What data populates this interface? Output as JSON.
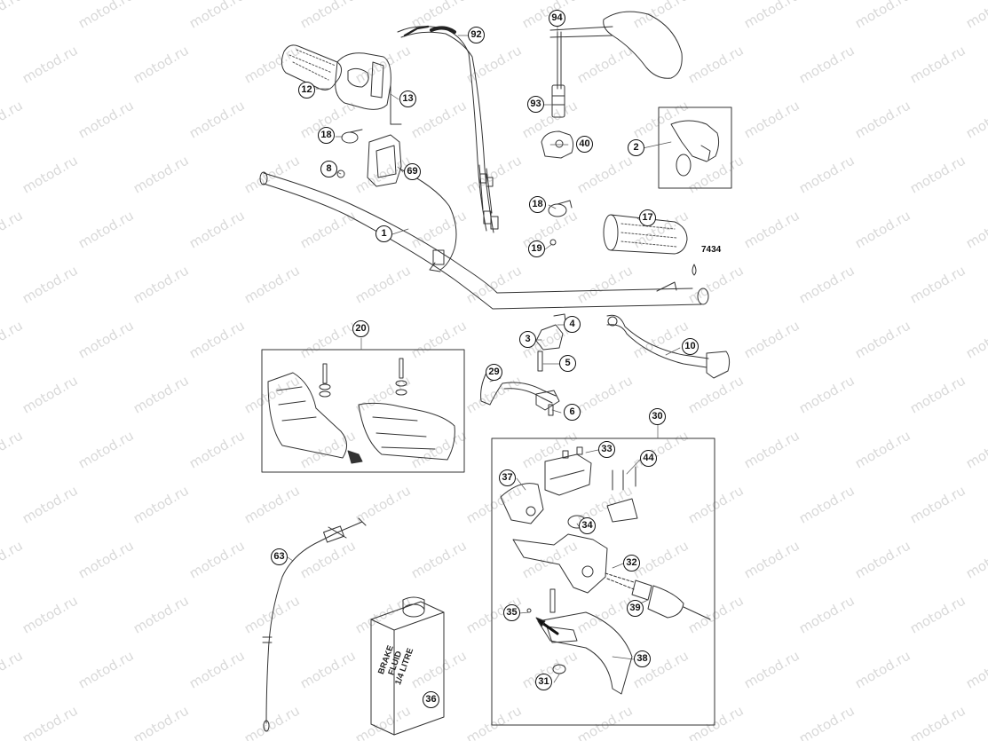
{
  "watermark_text": "motod.ru",
  "reference_code": "7434",
  "brake_fluid_can": {
    "lines": [
      "BRAKE",
      "FLUID",
      "1/4 LITRE"
    ]
  },
  "callouts": [
    {
      "id": "callout-1",
      "text": "1"
    },
    {
      "id": "callout-2",
      "text": "2"
    },
    {
      "id": "callout-3",
      "text": "3"
    },
    {
      "id": "callout-4",
      "text": "4"
    },
    {
      "id": "callout-5",
      "text": "5"
    },
    {
      "id": "callout-6",
      "text": "6"
    },
    {
      "id": "callout-8",
      "text": "8"
    },
    {
      "id": "callout-10",
      "text": "10"
    },
    {
      "id": "callout-12",
      "text": "12"
    },
    {
      "id": "callout-13",
      "text": "13"
    },
    {
      "id": "callout-17",
      "text": "17"
    },
    {
      "id": "callout-18a",
      "text": "18"
    },
    {
      "id": "callout-18b",
      "text": "18"
    },
    {
      "id": "callout-19",
      "text": "19"
    },
    {
      "id": "callout-20",
      "text": "20"
    },
    {
      "id": "callout-29",
      "text": "29"
    },
    {
      "id": "callout-30",
      "text": "30"
    },
    {
      "id": "callout-31",
      "text": "31"
    },
    {
      "id": "callout-32",
      "text": "32"
    },
    {
      "id": "callout-33",
      "text": "33"
    },
    {
      "id": "callout-34",
      "text": "34"
    },
    {
      "id": "callout-35",
      "text": "35"
    },
    {
      "id": "callout-36",
      "text": "36"
    },
    {
      "id": "callout-37",
      "text": "37"
    },
    {
      "id": "callout-38",
      "text": "38"
    },
    {
      "id": "callout-39",
      "text": "39"
    },
    {
      "id": "callout-40",
      "text": "40"
    },
    {
      "id": "callout-44",
      "text": "44"
    },
    {
      "id": "callout-63",
      "text": "63"
    },
    {
      "id": "callout-69",
      "text": "69"
    },
    {
      "id": "callout-92",
      "text": "92"
    },
    {
      "id": "callout-93",
      "text": "93"
    },
    {
      "id": "callout-94",
      "text": "94"
    }
  ]
}
